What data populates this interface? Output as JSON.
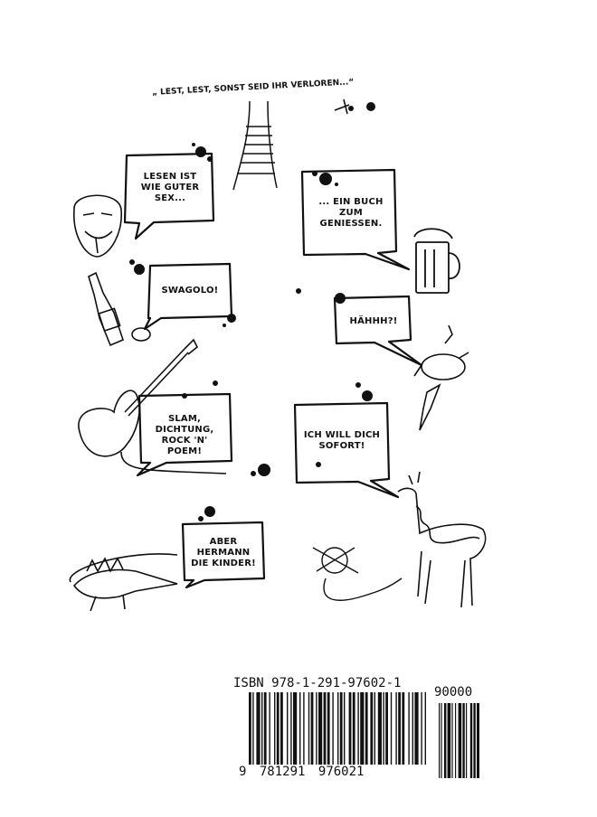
{
  "header": {
    "quote": "„ LEST, LEST, SONST SEID IHR VERLOREN...“"
  },
  "bubbles": {
    "lesen": "LESEN IST WIE GUTER SEX...",
    "buch": "... EIN BUCH ZUM GENIEßEN.",
    "swagolo": "SWAGOLO!",
    "hahhh": "HÄHHH?!",
    "slam": "SLAM, DICHTUNG, ROCK 'N' POEM!",
    "sofort": "ICH WILL DICH SOFORT!",
    "hermann": "ABER HERMANN DIE KINDER!"
  },
  "isbn": {
    "label": "ISBN 978-1-291-97602-1",
    "addon": "90000",
    "digits_first": "9",
    "digits_group1": "781291",
    "digits_group2": "976021"
  },
  "icons": [
    "railway-track-icon",
    "guy-fawkes-mask-icon",
    "beer-mug-icon",
    "bottle-icon",
    "roast-chicken-icon",
    "electric-guitar-icon",
    "llama-icon",
    "yarn-ball-icon",
    "crocodile-icon"
  ]
}
